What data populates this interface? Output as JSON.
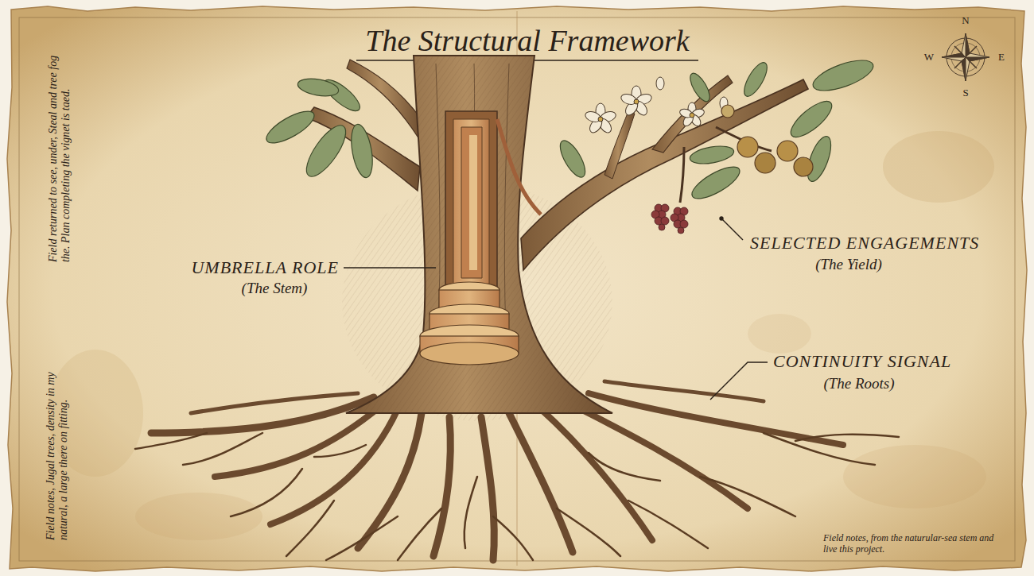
{
  "diagram": {
    "title": "The Structural Framework",
    "labels": [
      "UMBRELLA ROLE",
      "(The Stem)",
      "SELECTED ENGAGEMENTS",
      "(The Yield)",
      "CONTINUITY SIGNAL",
      "(The Roots)",
      "N",
      "E",
      "S",
      "W",
      "Field returned to see, under, Steal and tree fog the. Plan completing the vignet is taed.",
      "Field notes, Jugal trees, density in my natural, a large there on fitting.",
      "Field notes, from the naturular-sea stem and live this project."
    ]
  }
}
